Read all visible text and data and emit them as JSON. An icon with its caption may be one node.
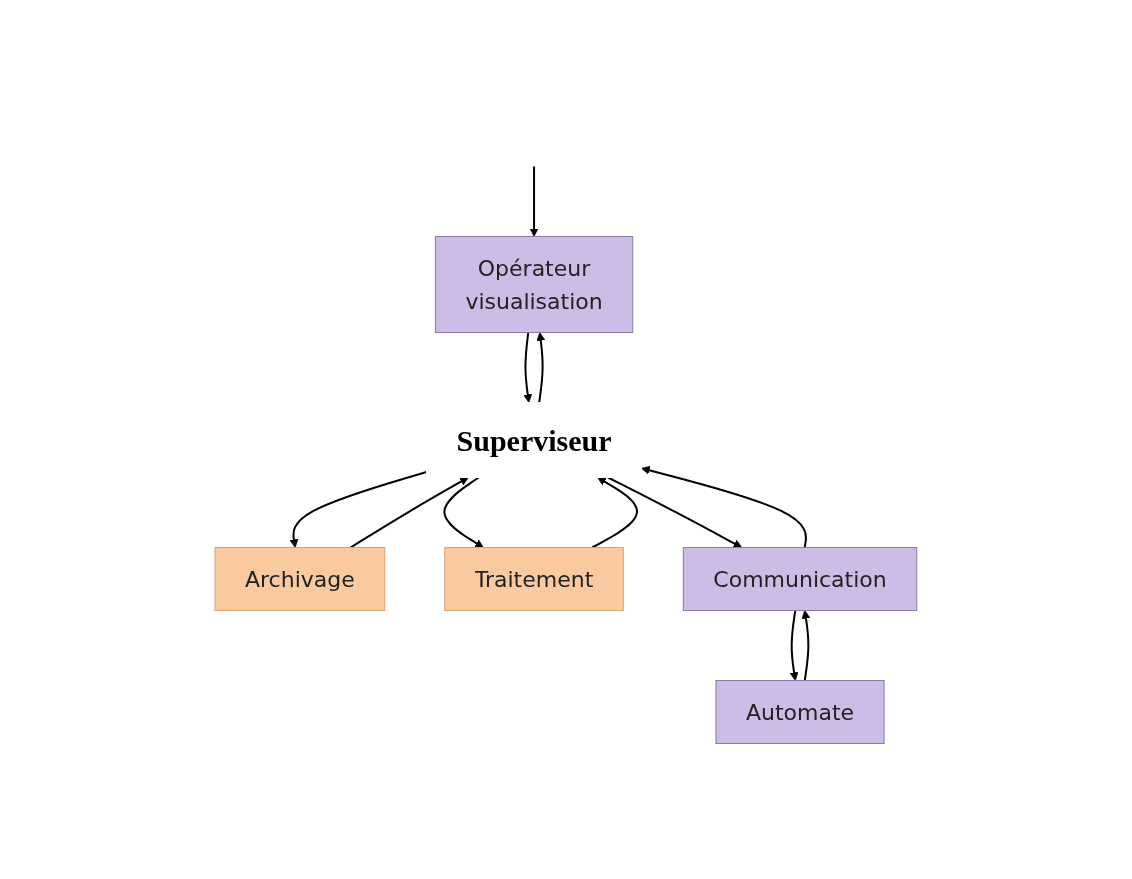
{
  "diagram": {
    "nodes": [
      {
        "text": [
          "Opérateur",
          "visualisation"
        ]
      },
      {
        "text": [
          "Archivage"
        ]
      },
      {
        "text": [
          "Superviseur"
        ]
      },
      {
        "text": [
          "Traitement"
        ]
      },
      {
        "text": [
          "Communication"
        ]
      },
      {
        "text": [
          "Automate"
        ]
      }
    ],
    "edges": [
      {
        "from": null,
        "to": 0,
        "arrow": "to"
      },
      {
        "from": 2,
        "to": 0,
        "arrow": "to"
      },
      {
        "from": 0,
        "to": 2,
        "arrow": "to"
      },
      {
        "from": 1,
        "to": 2,
        "arrow": "to"
      },
      {
        "from": 2,
        "to": 1,
        "arrow": "to"
      },
      {
        "from": 2,
        "to": 3,
        "arrow": "to"
      },
      {
        "from": 3,
        "to": 2,
        "arrow": "to"
      },
      {
        "from": 2,
        "to": 4,
        "arrow": "to"
      },
      {
        "from": 4,
        "to": 2,
        "arrow": "to"
      },
      {
        "from": 4,
        "to": 5,
        "arrow": "to"
      },
      {
        "from": 5,
        "to": 4,
        "arrow": "to"
      }
    ]
  }
}
